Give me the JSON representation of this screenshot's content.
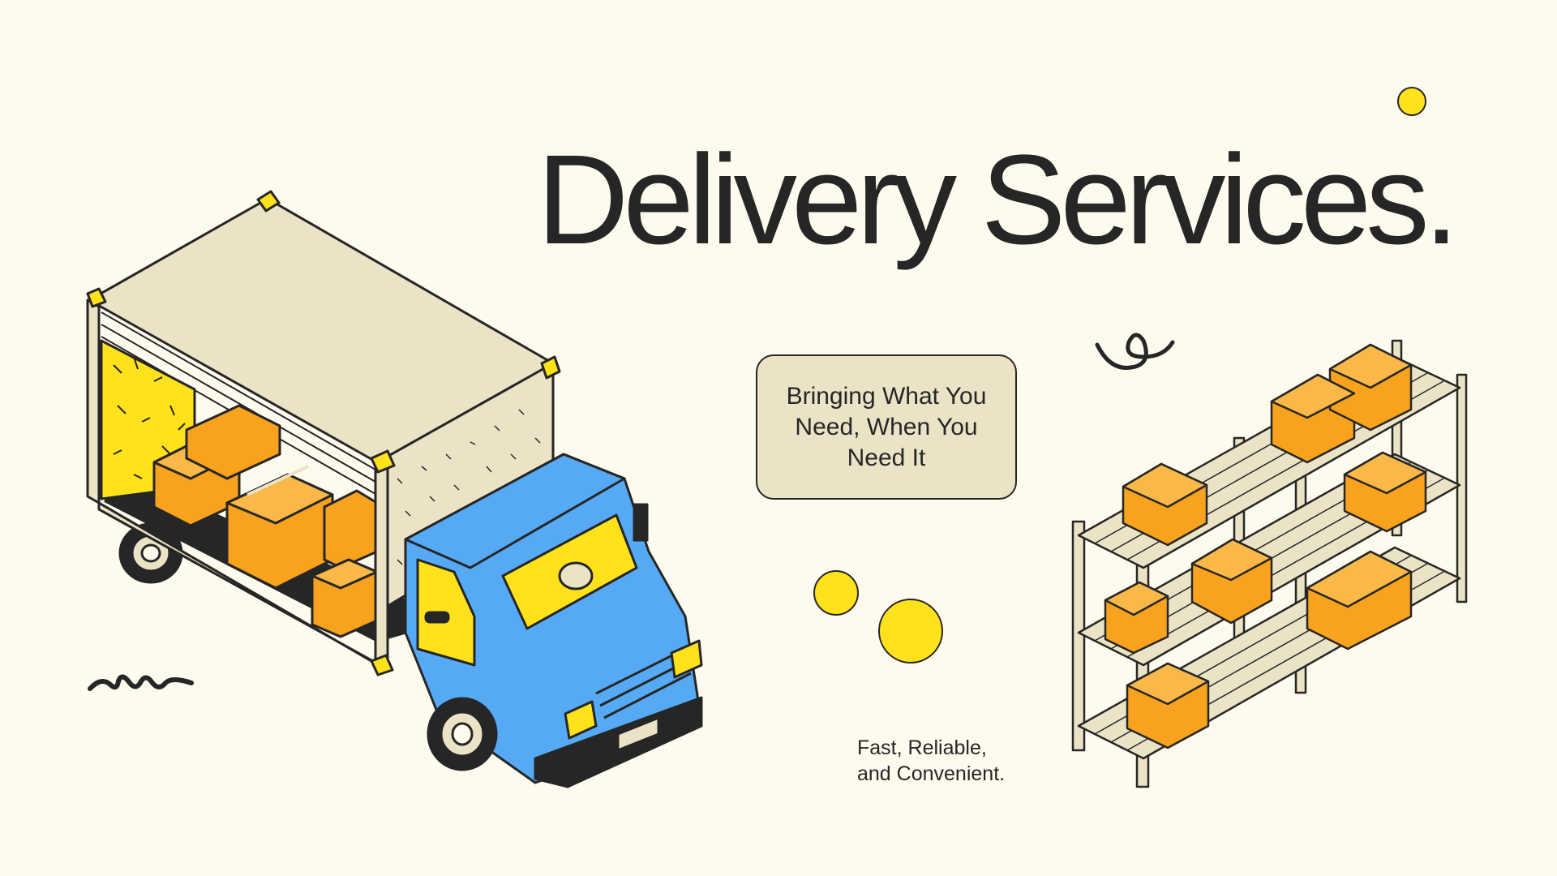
{
  "headline": "Delivery Services.",
  "tagline": "Bringing What You Need, When You Need It",
  "subtext": {
    "line1": "Fast, Reliable,",
    "line2": "and Convenient."
  },
  "colors": {
    "background": "#fdfaee",
    "text": "#262626",
    "accent_yellow": "#ffe21c",
    "truck_blue": "#56aaf5",
    "box_orange": "#f8a21e",
    "panel_beige": "#ebe3c5"
  },
  "illustrations": [
    "delivery-truck",
    "storage-shelf-with-boxes",
    "yellow-dots",
    "squiggle-decorations"
  ]
}
